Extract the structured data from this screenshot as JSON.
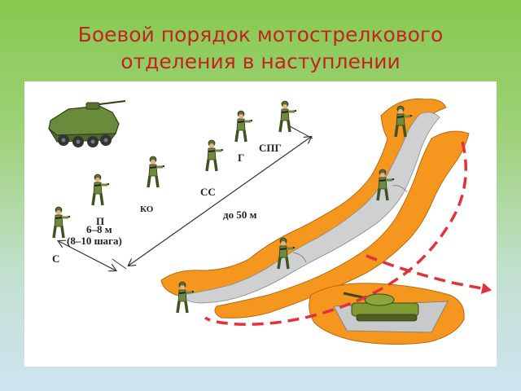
{
  "title": {
    "line1": "Боевой порядок мотострелкового",
    "line2": "отделения в наступлении"
  },
  "labels": {
    "spg": "СПГ",
    "g": "Г",
    "ss": "СС",
    "ko": "КО",
    "p": "П",
    "s": "С",
    "distance_main": "до 50 м",
    "spacing_m": "6–8 м",
    "spacing_steps": "(8–10 шага)"
  },
  "colors": {
    "title": "#c42323",
    "trench_orange": "#f5961f",
    "trench_gray": "#cfd0d2",
    "dash_red": "#e0333b",
    "soldier": "#6e8b3d",
    "apc": "#6a8a3c"
  }
}
